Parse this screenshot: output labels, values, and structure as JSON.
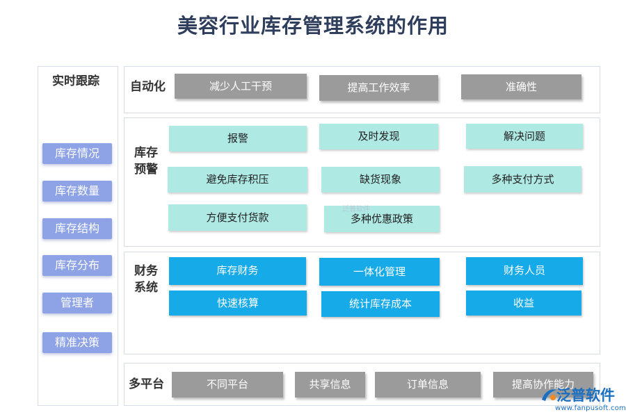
{
  "title": "美容行业库存管理系统的作用",
  "left": {
    "heading": "实时跟踪",
    "items": [
      "库存情况",
      "库存数量",
      "库存结构",
      "库存分布",
      "管理者",
      "精准决策"
    ]
  },
  "automation": {
    "label": "自动化",
    "items": [
      "减少人工干预",
      "提高工作效率",
      "准确性"
    ]
  },
  "warning": {
    "label": "库存预警",
    "items": [
      "报警",
      "及时发现",
      "解决问题",
      "避免库存积压",
      "缺货现象",
      "多种支付方式",
      "方便支付货款",
      "多种优惠政策"
    ]
  },
  "finance": {
    "label": "财务系统",
    "items": [
      "库存财务",
      "一体化管理",
      "财务人员",
      "快速核算",
      "统计库存成本",
      "收益"
    ]
  },
  "platform": {
    "label": "多平台",
    "items": [
      "不同平台",
      "共享信息",
      "订单信息",
      "提高协作能力"
    ]
  },
  "watermark": "泛普软件",
  "brand": {
    "name": "泛普软件",
    "url": "www.fanpusoft.com"
  },
  "colors": {
    "gray": "#9b9b9b",
    "teal": "#aee9e4",
    "blue": "#16aae8",
    "left_pill": "#8ea3e6",
    "title": "#2e3e5c"
  }
}
